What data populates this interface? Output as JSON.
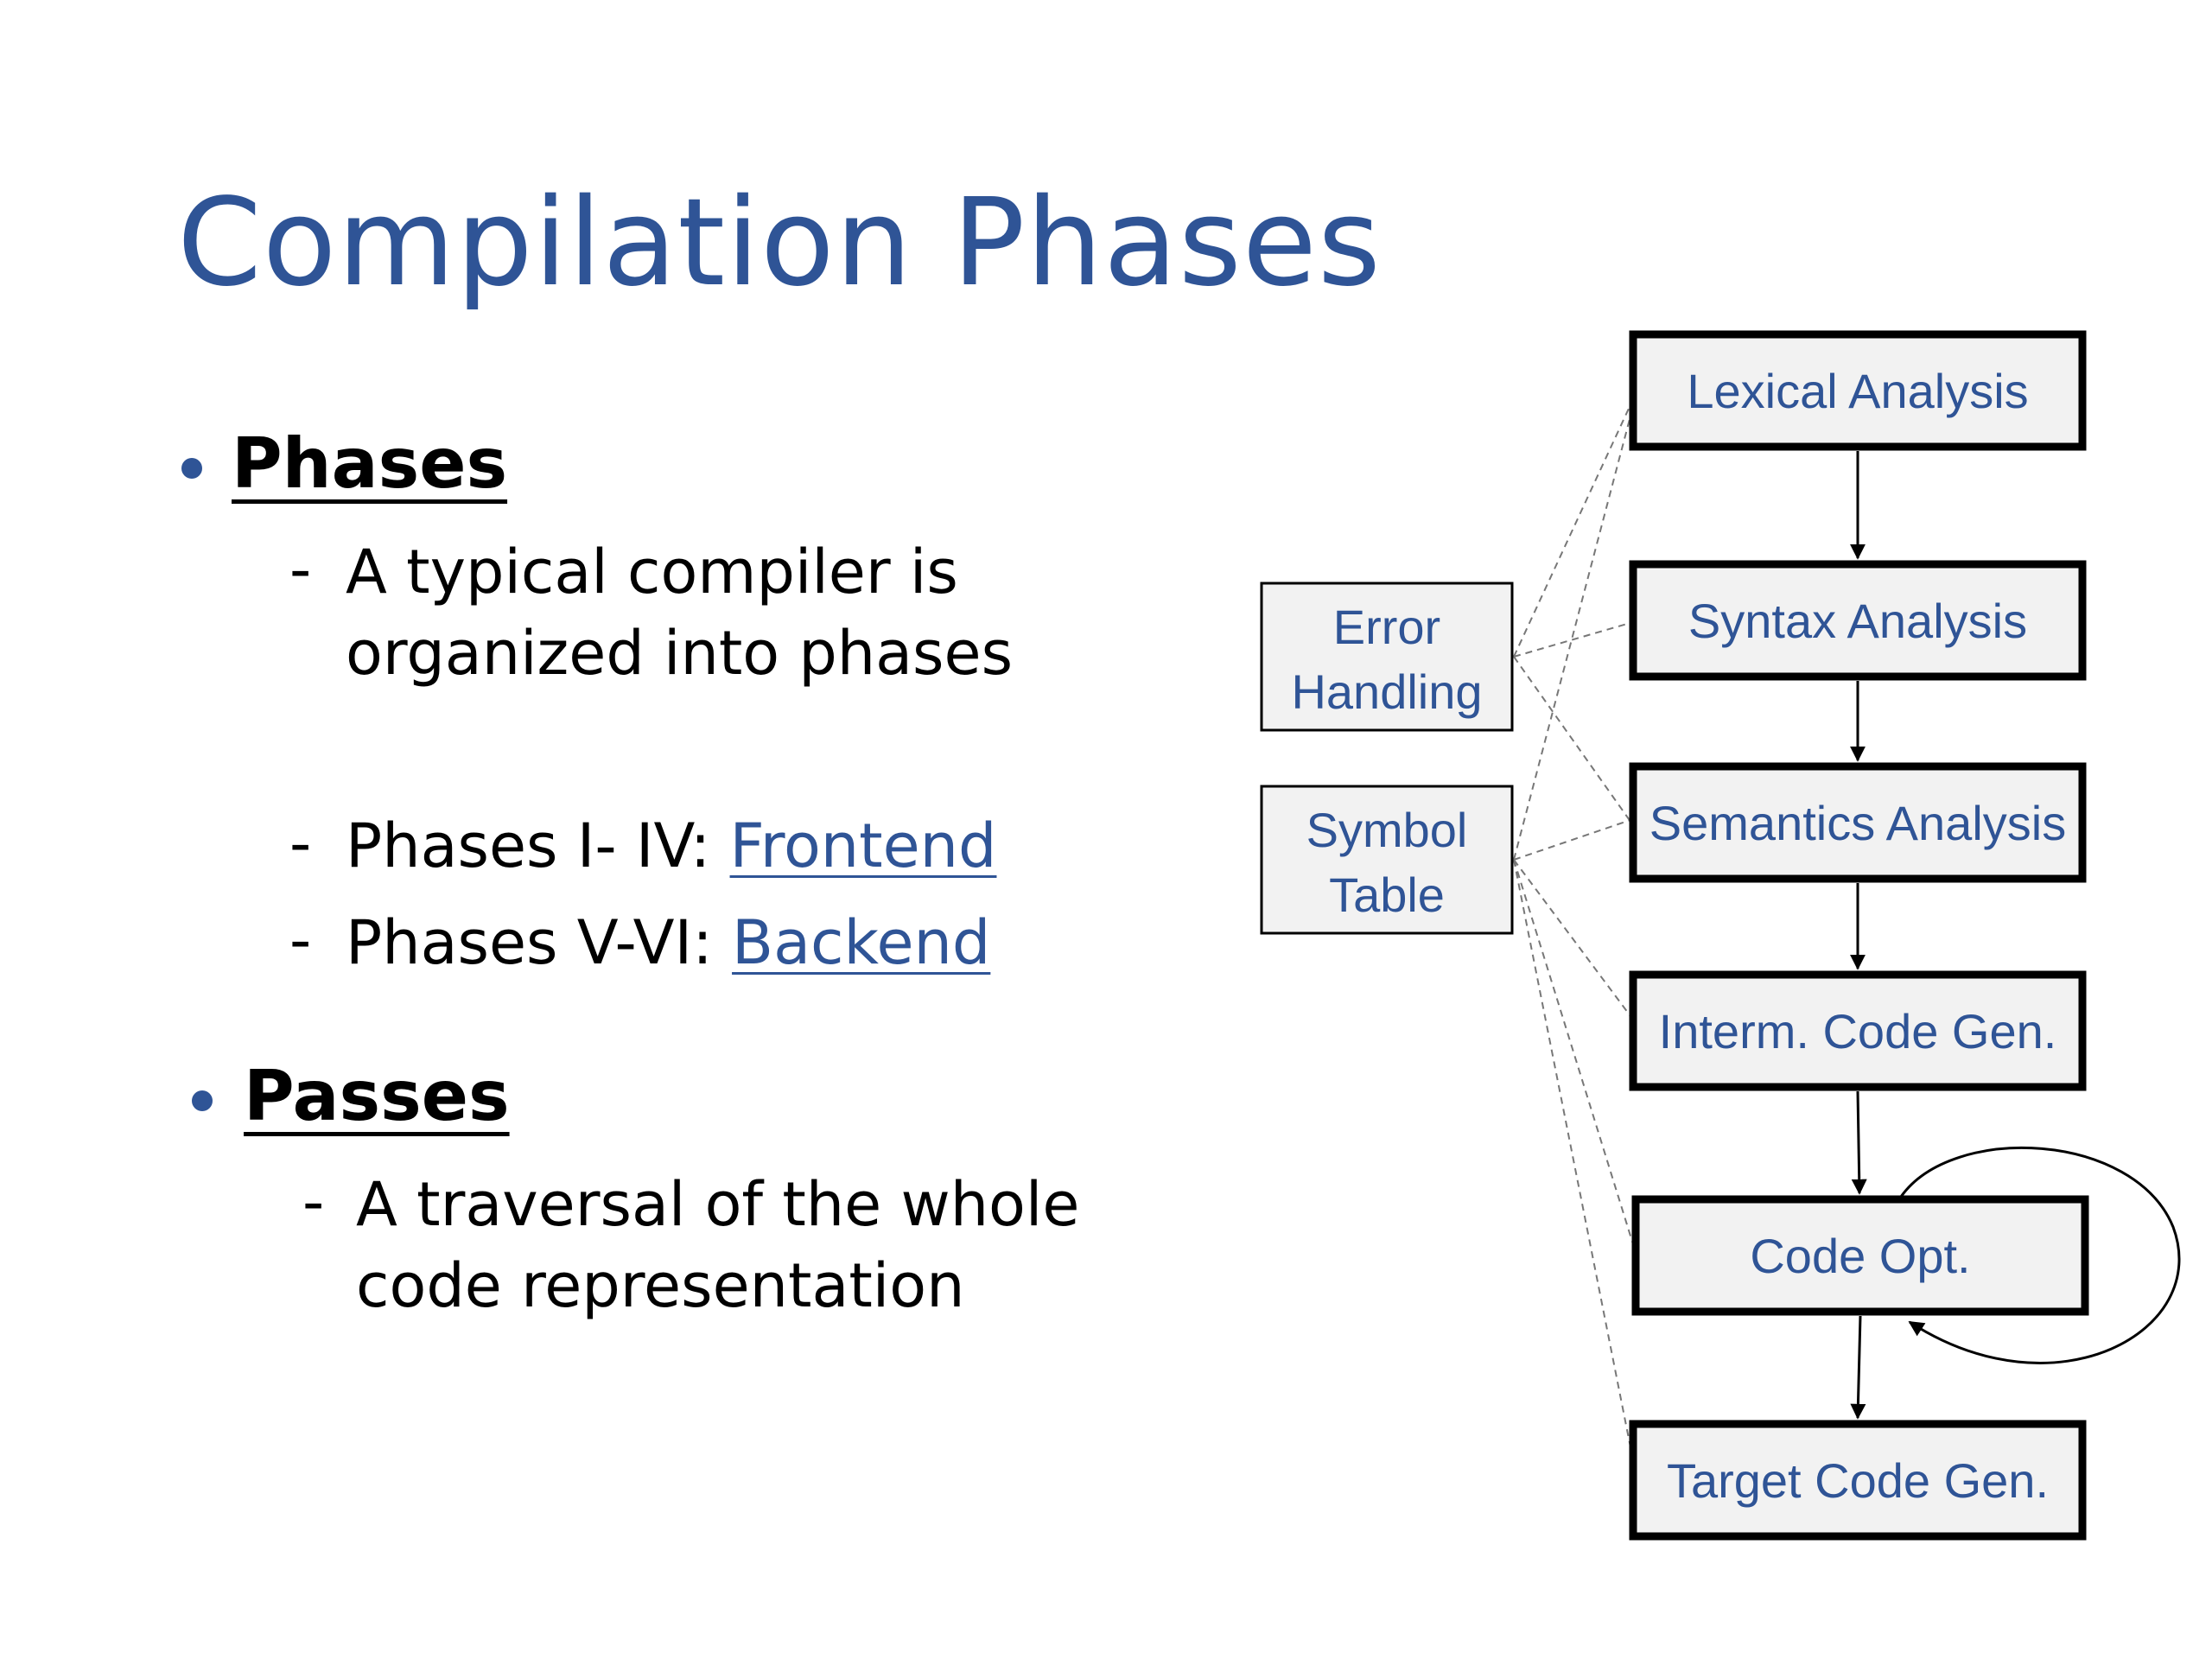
{
  "slide": {
    "title": "Compilation Phases"
  },
  "bullets": {
    "phases": {
      "heading": "Phases",
      "dash1_line1": "A typical compiler is",
      "dash1_line2": "organized into phases",
      "dash2_prefix": "Phases I- IV: ",
      "dash2_link": "Frontend",
      "dash3_prefix": "Phases V-VI: ",
      "dash3_link": "Backend"
    },
    "passes": {
      "heading": "Passes",
      "dash1_line1": "A traversal of the whole",
      "dash1_line2": "code representation"
    },
    "dash_symbol": "-"
  },
  "diagram": {
    "pipeline": [
      "Lexical Analysis",
      "Syntax Analysis",
      "Semantics Analysis",
      "Interm. Code Gen.",
      "Code Opt.",
      "Target Code Gen."
    ],
    "side_boxes": {
      "error_handling": [
        "Error",
        "Handling"
      ],
      "symbol_table": [
        "Symbol",
        "Table"
      ]
    },
    "colors": {
      "title": "#2f5496",
      "box_fill": "#f2f2f2",
      "label_text": "#2f5496"
    }
  }
}
